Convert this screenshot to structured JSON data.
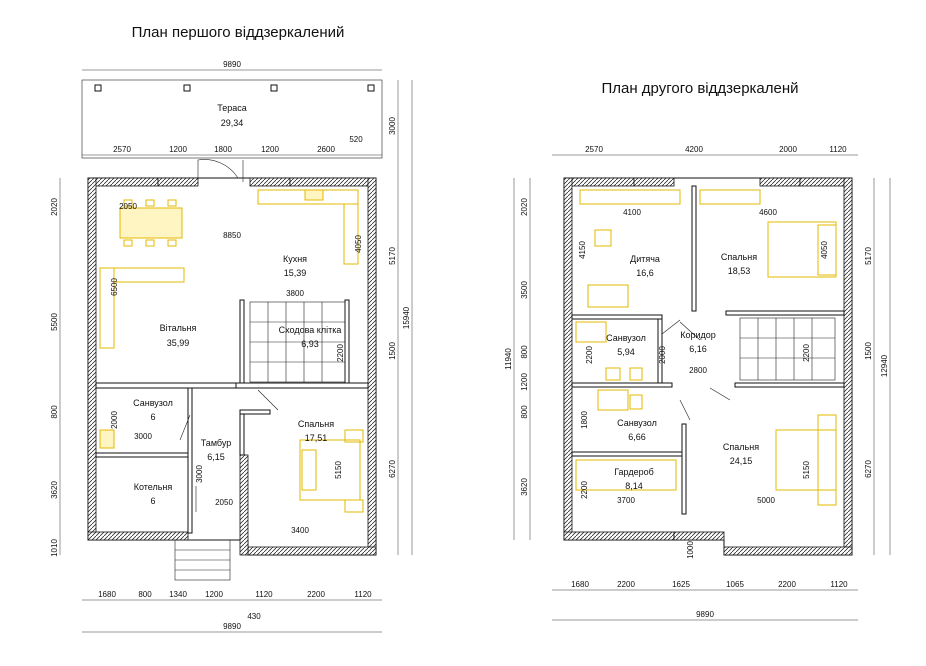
{
  "plan1": {
    "title": "План першого віддзеркалений",
    "rooms": {
      "terrace": {
        "name": "Тераса",
        "area": "29,34"
      },
      "kitchen": {
        "name": "Кухня",
        "area": "15,39"
      },
      "living": {
        "name": "Вітальня",
        "area": "35,99"
      },
      "stairs": {
        "name": "Сходова клітка",
        "area": "6,93"
      },
      "bath": {
        "name": "Санвузол",
        "area": "6"
      },
      "vestibule": {
        "name": "Тамбур",
        "area": "6,15"
      },
      "bedroom": {
        "name": "Спальня",
        "area": "17,51"
      },
      "boiler": {
        "name": "Котельня",
        "area": "6"
      }
    },
    "dims": {
      "top_total": "9890",
      "top_row": [
        "2570",
        "1200",
        "1800",
        "1200",
        "2600",
        "520"
      ],
      "bottom_row": [
        "1680",
        "800",
        "1340",
        "1200",
        "1120",
        "2200",
        "1120"
      ],
      "bottom_total": "9890",
      "bottom_extra": "430",
      "left_col": [
        "2020",
        "5500",
        "800",
        "3620",
        "1010"
      ],
      "right_col": [
        "3000",
        "5170",
        "1500",
        "6270"
      ],
      "right_total": "15940",
      "inner": {
        "d2050a": "2050",
        "d8850": "8850",
        "d4050": "4050",
        "d6500": "6500",
        "d3800": "3800",
        "d2200": "2200",
        "d2000": "2000",
        "d3000a": "3000",
        "d3000b": "3000",
        "d5150": "5150",
        "d2050b": "2050",
        "d3400": "3400"
      }
    }
  },
  "plan2": {
    "title": "План другого віддзеркаленй",
    "rooms": {
      "kids": {
        "name": "Дитяча",
        "area": "16,6"
      },
      "bed1": {
        "name": "Спальня",
        "area": "18,53"
      },
      "bath1": {
        "name": "Санвузол",
        "area": "5,94"
      },
      "corridor": {
        "name": "Коридор",
        "area": "6,16"
      },
      "bath2": {
        "name": "Санвузол",
        "area": "6,66"
      },
      "bed2": {
        "name": "Спальня",
        "area": "24,15"
      },
      "wardrobe": {
        "name": "Гардероб",
        "area": "8,14"
      }
    },
    "dims": {
      "top_row": [
        "2570",
        "4200",
        "2000",
        "1120"
      ],
      "bottom_row": [
        "1680",
        "2200",
        "1625",
        "1065",
        "2200",
        "1120"
      ],
      "bottom_total": "9890",
      "left_col": [
        "2020",
        "3500",
        "800",
        "1200",
        "800",
        "3620"
      ],
      "left_total": "11940",
      "right_col": [
        "5170",
        "1500",
        "6270"
      ],
      "right_total": "12940",
      "inner": {
        "d4100": "4100",
        "d4600": "4600",
        "d4150": "4150",
        "d4050": "4050",
        "d2200a": "2200",
        "d2000": "2000",
        "d2200b": "2200",
        "d2800": "2800",
        "d1800": "1800",
        "d2200c": "2200",
        "d3700": "3700",
        "d5000": "5000",
        "d5150": "5150",
        "d1000": "1000"
      }
    }
  },
  "colors": {
    "furniture": "#e6b800",
    "walls": "#111111"
  }
}
